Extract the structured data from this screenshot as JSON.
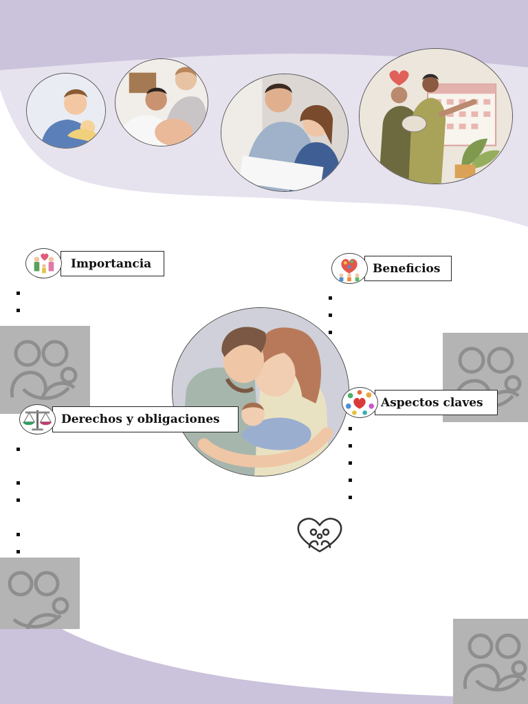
{
  "sections": {
    "importancia": {
      "title": "Importancia"
    },
    "beneficios": {
      "title": "Beneficios"
    },
    "derechos": {
      "title": "Derechos y obligaciones"
    },
    "aspectos": {
      "title": "Aspectos claves"
    }
  },
  "colors": {
    "banner_dark": "#cbc2dc",
    "banner_light": "#e6e2ee",
    "watermark": "#b4b4b4"
  },
  "icons": {
    "importancia": "family-icon",
    "beneficios": "heart-family-icon",
    "derechos": "scales-icon",
    "aspectos": "heart-network-icon",
    "decor": "heart-family-outline-icon"
  }
}
